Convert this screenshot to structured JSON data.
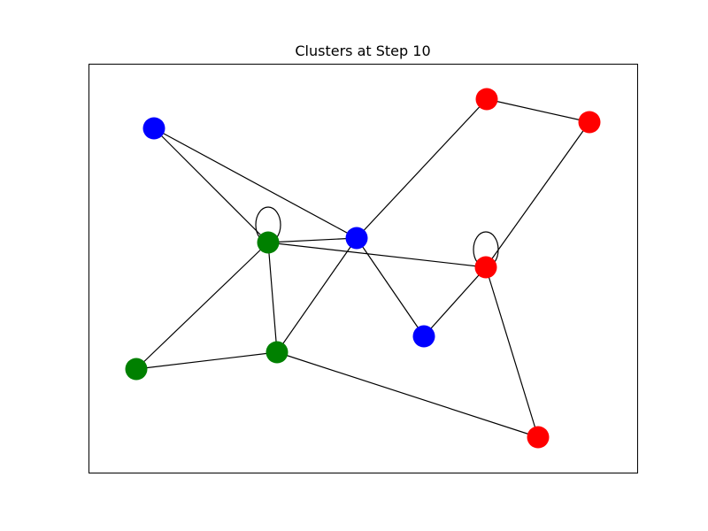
{
  "title": "Clusters at Step 10",
  "colors": {
    "edge": "#000000",
    "frame": "#000000",
    "cluster_red": "#ff0000",
    "cluster_blue": "#0000ff",
    "cluster_green": "#008000"
  },
  "nodes": [
    {
      "id": "n1",
      "cluster": "blue"
    },
    {
      "id": "n2",
      "cluster": "red"
    },
    {
      "id": "n3",
      "cluster": "red"
    },
    {
      "id": "n4",
      "cluster": "green"
    },
    {
      "id": "n5",
      "cluster": "blue"
    },
    {
      "id": "n6",
      "cluster": "red"
    },
    {
      "id": "n7",
      "cluster": "blue"
    },
    {
      "id": "n8",
      "cluster": "green"
    },
    {
      "id": "n9",
      "cluster": "green"
    },
    {
      "id": "n10",
      "cluster": "red"
    }
  ],
  "edges": [
    [
      "n1",
      "n4"
    ],
    [
      "n1",
      "n5"
    ],
    [
      "n2",
      "n3"
    ],
    [
      "n2",
      "n5"
    ],
    [
      "n3",
      "n6"
    ],
    [
      "n4",
      "n4"
    ],
    [
      "n4",
      "n5"
    ],
    [
      "n4",
      "n6"
    ],
    [
      "n4",
      "n8"
    ],
    [
      "n4",
      "n9"
    ],
    [
      "n5",
      "n7"
    ],
    [
      "n5",
      "n8"
    ],
    [
      "n6",
      "n6"
    ],
    [
      "n6",
      "n7"
    ],
    [
      "n6",
      "n10"
    ],
    [
      "n8",
      "n9"
    ],
    [
      "n8",
      "n10"
    ]
  ]
}
